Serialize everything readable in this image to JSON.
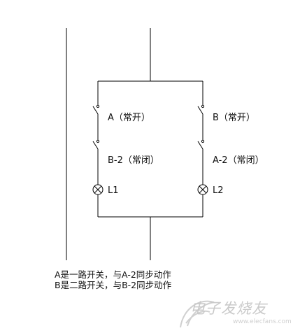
{
  "switches": {
    "sw_a": "A（常开）",
    "sw_b": "B（常开）",
    "sw_b2": "B-2（常闭）",
    "sw_a2": "A-2（常闭）"
  },
  "lamps": {
    "l1": "L1",
    "l2": "L2"
  },
  "notes": {
    "line1": "A是一路开关，与A-2同步动作",
    "line2": "B是二路开关，与B-2同步动作"
  },
  "watermark": {
    "brand": "电子发烧友",
    "url": "www.elecfans.com"
  }
}
